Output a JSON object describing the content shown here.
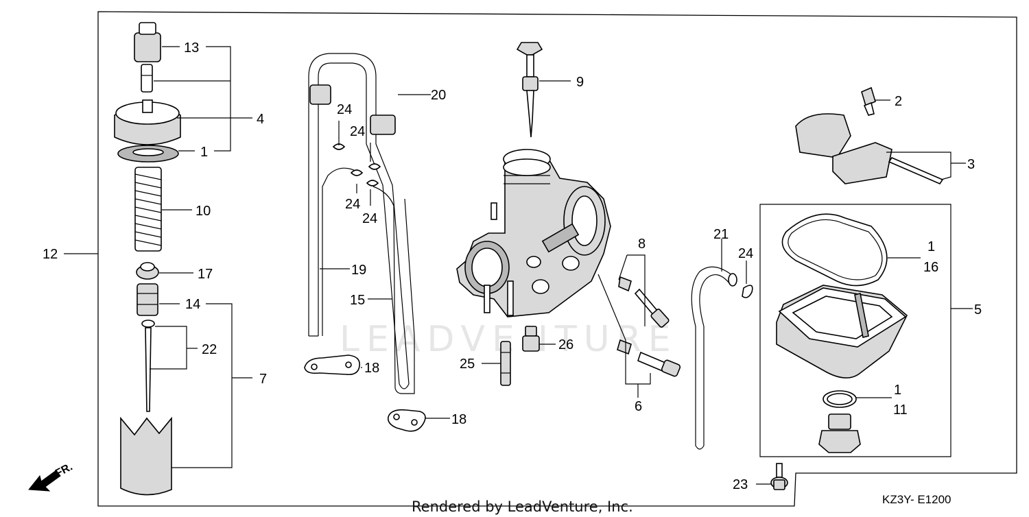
{
  "diagram": {
    "drawing_code": "KZ3Y- E1200",
    "credit": "Rendered by LeadVenture, Inc.",
    "watermark": "LEADVENTURE",
    "direction_label": "FR.",
    "callouts": {
      "c13": "13",
      "c4": "4",
      "c1a": "1",
      "c10": "10",
      "c12": "12",
      "c17": "17",
      "c14": "14",
      "c22": "22",
      "c7": "7",
      "c24a": "24",
      "c24b": "24",
      "c24c": "24",
      "c24d": "24",
      "c20": "20",
      "c19": "19",
      "c15": "15",
      "c18a": "18",
      "c18b": "18",
      "c9": "9",
      "c8": "8",
      "c26": "26",
      "c25": "25",
      "c6": "6",
      "c21": "21",
      "c24e": "24",
      "c2": "2",
      "c3": "3",
      "c1b": "1",
      "c16": "16",
      "c5": "5",
      "c1c": "1",
      "c11": "11",
      "c23": "23"
    }
  }
}
